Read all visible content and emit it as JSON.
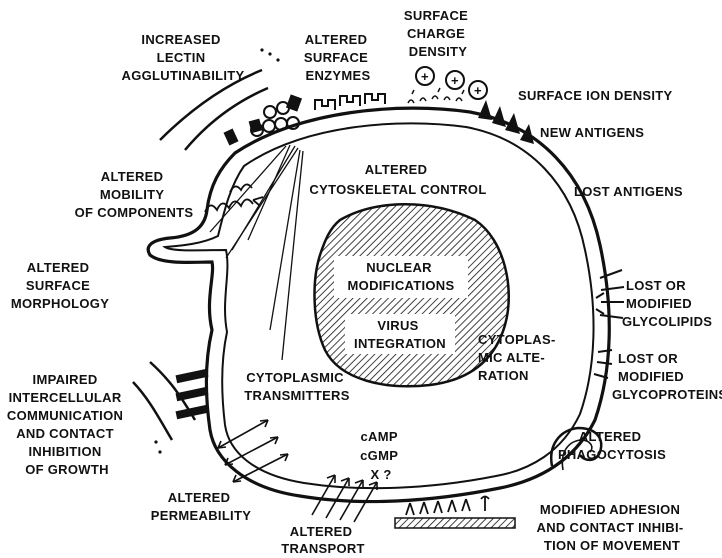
{
  "labels": {
    "increased_lectin": [
      "INCREASED",
      "LECTIN",
      "AGGLUTINABILITY"
    ],
    "altered_surface_enzymes": [
      "ALTERED",
      "SURFACE",
      "ENZYMES"
    ],
    "surface_charge_density": [
      "SURFACE",
      "CHARGE",
      "DENSITY"
    ],
    "surface_ion_density": [
      "SURFACE ION DENSITY"
    ],
    "new_antigens": [
      "NEW ANTIGENS"
    ],
    "lost_antigens": [
      "LOST ANTIGENS"
    ],
    "altered_mobility": [
      "ALTERED",
      "MOBILITY",
      "OF COMPONENTS"
    ],
    "altered_cytoskeletal": [
      "ALTERED",
      "CYTOSKELETAL CONTROL"
    ],
    "altered_surface_morphology": [
      "ALTERED",
      "SURFACE",
      "MORPHOLOGY"
    ],
    "nuclear_modifications": [
      "NUCLEAR",
      "MODIFICATIONS"
    ],
    "virus_integration": [
      "VIRUS",
      "INTEGRATION"
    ],
    "lost_glycolipids": [
      "LOST OR",
      "MODIFIED",
      "GLYCOLIPIDS"
    ],
    "cytoplasmic_alteration": [
      "CYTOPLAS-",
      "MIC ALTE-",
      "RATION"
    ],
    "lost_glycoproteins": [
      "LOST OR",
      "MODIFIED",
      "GLYCOPROTEINS"
    ],
    "impaired_intercellular": [
      "IMPAIRED",
      "INTERCELLULAR",
      "COMMUNICATION",
      "AND  CONTACT",
      "INHIBITION",
      "OF  GROWTH"
    ],
    "cytoplasmic_transmitters": [
      "CYTOPLASMIC",
      "TRANSMITTERS"
    ],
    "second_messengers": [
      "cAMP",
      "cGMP",
      "X  ?"
    ],
    "altered_phagocytosis": [
      "ALTERED",
      "PHAGOCYTOSIS"
    ],
    "altered_permeability": [
      "ALTERED",
      "PERMEABILITY"
    ],
    "altered_transport": [
      "ALTERED",
      "TRANSPORT"
    ],
    "modified_adhesion": [
      "MODIFIED ADHESION",
      "AND CONTACT INHIBI-",
      "TION OF MOVEMENT"
    ]
  },
  "charge_symbol": "+"
}
